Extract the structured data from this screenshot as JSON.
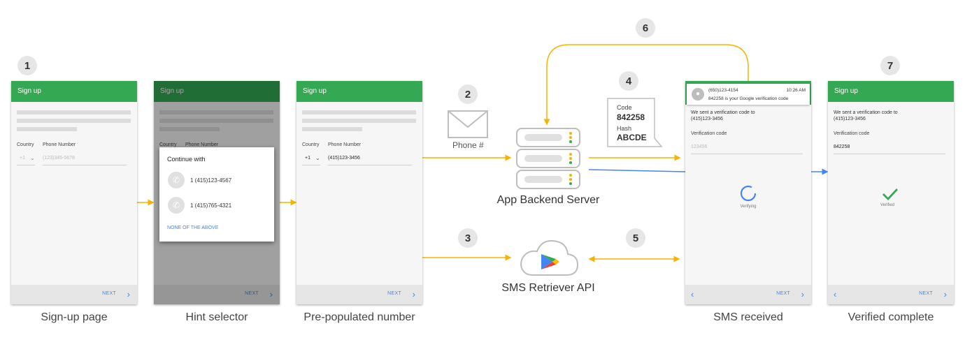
{
  "steps": [
    "1",
    "2",
    "3",
    "4",
    "5",
    "6",
    "7"
  ],
  "colors": {
    "green": "#34a853",
    "yellow": "#f5b400",
    "blue": "#4285f4"
  },
  "screen1": {
    "title": "Sign up",
    "country_label": "Country",
    "phone_label": "Phone Number",
    "country_value": "+1",
    "phone_placeholder": "(123)345-5678",
    "next": "NEXT",
    "caption": "Sign-up page"
  },
  "screen2": {
    "title": "Sign up",
    "country_label": "Country",
    "phone_label": "Phone Number",
    "dialog_title": "Continue with",
    "options": [
      "1 (415)123-4567",
      "1 (415)765-4321"
    ],
    "none": "NONE OF THE ABOVE",
    "next": "NEXT",
    "caption": "Hint selector"
  },
  "screen3": {
    "title": "Sign up",
    "country_label": "Country",
    "phone_label": "Phone Number",
    "country_value": "+1",
    "phone_value": "(415)123-3456",
    "next": "NEXT",
    "caption": "Pre-populated number"
  },
  "envelope_label": "Phone #",
  "server_label": "App Backend Server",
  "cloud_label": "SMS Retriever API",
  "code_box": {
    "code_label": "Code",
    "code_value": "842258",
    "hash_label": "Hash",
    "hash_value": "ABCDE"
  },
  "screen6": {
    "notif_from": "(650)123-4154",
    "notif_time": "10:26 AM",
    "notif_body": "842258 is your Google verification code",
    "sent_text": "We sent a verification code to",
    "sent_number": "(415)123-3456",
    "vc_label": "Verification code",
    "vc_placeholder": "123456",
    "status": "Verifying",
    "next": "NEXT",
    "caption": "SMS received"
  },
  "screen7": {
    "title": "Sign up",
    "sent_text": "We sent a verification code to",
    "sent_number": "(415)123-3456",
    "vc_label": "Verification code",
    "vc_value": "842258",
    "status": "Verified",
    "next": "NEXT",
    "caption": "Verified complete"
  }
}
